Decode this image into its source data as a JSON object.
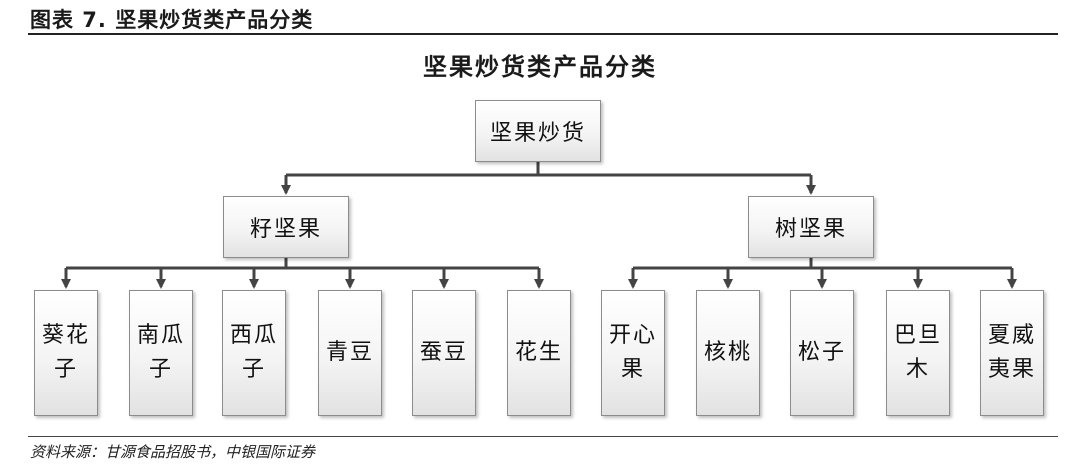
{
  "caption": "图表 7. 坚果炒货类产品分类",
  "title": "坚果炒货类产品分类",
  "root": {
    "label": "坚果炒货"
  },
  "branches": [
    {
      "label": "籽坚果",
      "children": [
        {
          "lines": [
            "葵花",
            "子"
          ]
        },
        {
          "lines": [
            "南瓜",
            "子"
          ]
        },
        {
          "lines": [
            "西瓜",
            "子"
          ]
        },
        {
          "lines": [
            "青豆"
          ]
        },
        {
          "lines": [
            "蚕豆"
          ]
        },
        {
          "lines": [
            "花生"
          ]
        }
      ]
    },
    {
      "label": "树坚果",
      "children": [
        {
          "lines": [
            "开心",
            "果"
          ]
        },
        {
          "lines": [
            "核桃"
          ]
        },
        {
          "lines": [
            "松子"
          ]
        },
        {
          "lines": [
            "巴旦",
            "木"
          ]
        },
        {
          "lines": [
            "夏威",
            "夷果"
          ]
        }
      ]
    }
  ],
  "source": "资料来源：甘源食品招股书，中银国际证券"
}
